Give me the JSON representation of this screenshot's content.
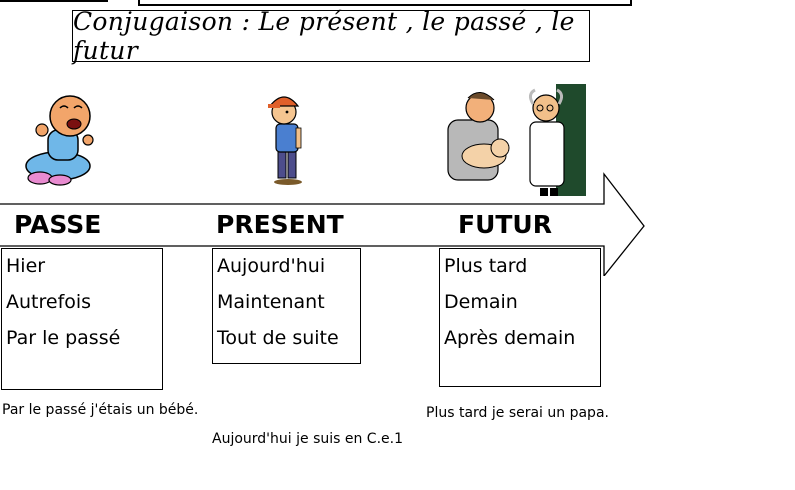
{
  "title": "Conjugaison : Le présent , le passé , le futur",
  "columns": [
    {
      "heading": "PASSE",
      "words": [
        "Hier",
        "Autrefois",
        "Par le passé"
      ],
      "sentence": "Par le passé j'étais un bébé."
    },
    {
      "heading": "PRESENT",
      "words": [
        "Aujourd'hui",
        "Maintenant",
        "Tout de suite"
      ],
      "sentence": "Aujourd'hui je suis en C.e.1"
    },
    {
      "heading": "FUTUR",
      "words": [
        "Plus tard",
        "Demain",
        "Après demain"
      ],
      "sentence": "Plus tard je serai un papa."
    }
  ],
  "colors": {
    "baby_suit": "#6fb7e8",
    "boy_shirt": "#4a7fd0",
    "boy_cap": "#e0602a",
    "dad_shirt": "#b8b8b8",
    "doctor_coat": "#ffffff",
    "board": "#1f4a2c"
  }
}
